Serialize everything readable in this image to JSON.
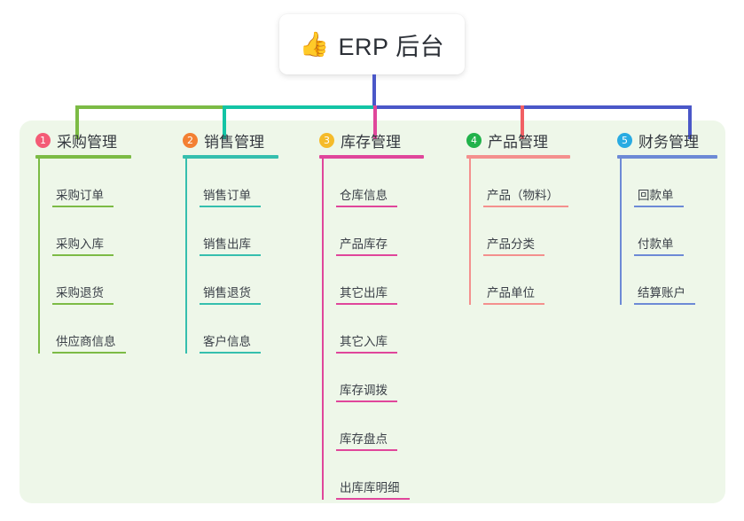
{
  "root": {
    "emoji": "👍",
    "emoji_name": "thumbs-up-icon",
    "title": "ERP 后台"
  },
  "colors": {
    "canvas_bg": "#eef7e9",
    "root_stem": "#4a57c8",
    "text": "#34383f"
  },
  "columns": [
    {
      "number": "1",
      "title": "采购管理",
      "badge_color": "#f45b76",
      "line_color": "#7cbb45",
      "items": [
        "采购订单",
        "采购入库",
        "采购退货",
        "供应商信息"
      ]
    },
    {
      "number": "2",
      "title": "销售管理",
      "badge_color": "#f38033",
      "line_color": "#35bfae",
      "items": [
        "销售订单",
        "销售出库",
        "销售退货",
        "客户信息"
      ]
    },
    {
      "number": "3",
      "title": "库存管理",
      "badge_color": "#f5bb2a",
      "line_color": "#e0469b",
      "items": [
        "仓库信息",
        "产品库存",
        "其它出库",
        "其它入库",
        "库存调拨",
        "库存盘点",
        "出库库明细"
      ]
    },
    {
      "number": "4",
      "title": "产品管理",
      "badge_color": "#21b24b",
      "line_color": "#f4908e",
      "items": [
        "产品（物料）",
        "产品分类",
        "产品单位"
      ]
    },
    {
      "number": "5",
      "title": "财务管理",
      "badge_color": "#29abe2",
      "line_color": "#6d8ad6",
      "items": [
        "回款单",
        "付款单",
        "结算账户"
      ]
    }
  ]
}
